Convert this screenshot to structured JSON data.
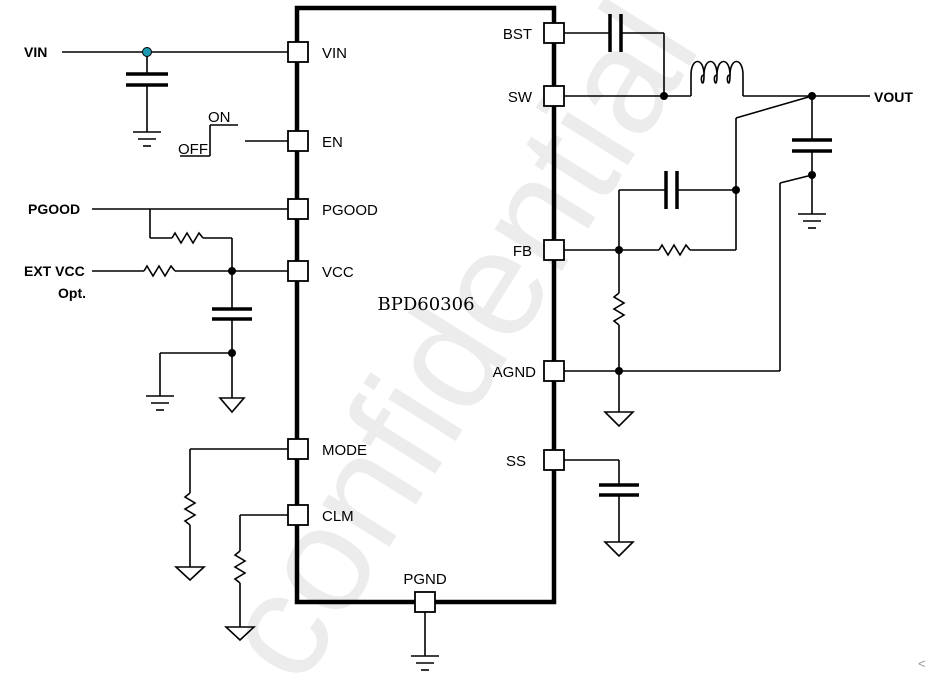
{
  "chip": {
    "name": "BPD60306"
  },
  "pins_left": [
    "VIN",
    "EN",
    "PGOOD",
    "VCC",
    "MODE",
    "CLM"
  ],
  "pins_right": [
    "BST",
    "SW",
    "FB",
    "AGND",
    "SS"
  ],
  "pin_bottom": "PGND",
  "nets": {
    "vin": "VIN",
    "vout": "VOUT",
    "pgood": "PGOOD",
    "ext_vcc_line1": "EXT VCC",
    "ext_vcc_line2": "Opt."
  },
  "switch": {
    "on": "ON",
    "off": "OFF"
  },
  "watermark": "confidential",
  "corner_glyph": "<",
  "colors": {
    "wire": "#000000",
    "vin_node": "#1e9ab0",
    "watermark": "#ececec"
  }
}
